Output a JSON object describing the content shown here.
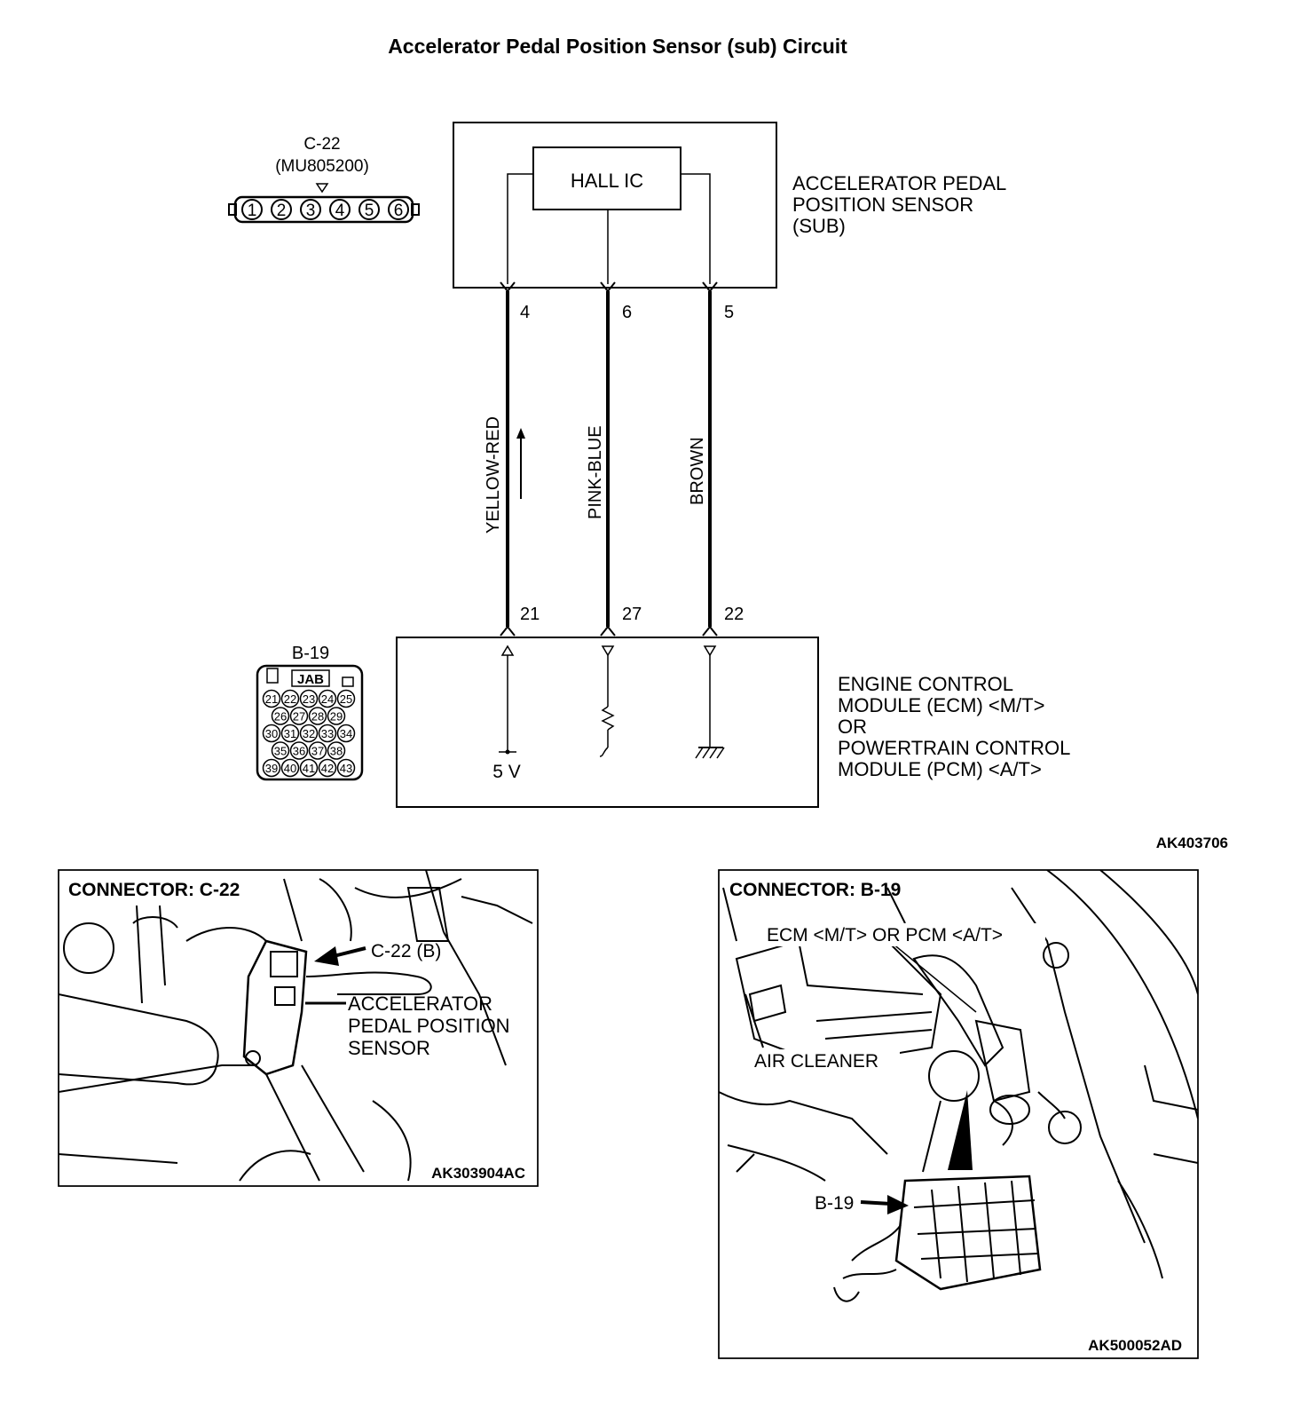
{
  "title": "Accelerator Pedal Position Sensor (sub) Circuit",
  "diagram_id": "AK403706",
  "sensor": {
    "block_label": "HALL IC",
    "name_lines": [
      "ACCELERATOR PEDAL",
      "POSITION SENSOR",
      "(SUB)"
    ]
  },
  "connector_c22": {
    "id": "C-22",
    "part": "(MU805200)",
    "pins": [
      "1",
      "2",
      "3",
      "4",
      "5",
      "6"
    ]
  },
  "connector_b19": {
    "id": "B-19",
    "tag": "JAB",
    "rows": [
      [
        "21",
        "22",
        "23",
        "24",
        "25"
      ],
      [
        "26",
        "27",
        "28",
        "29"
      ],
      [
        "30",
        "31",
        "32",
        "33",
        "34"
      ],
      [
        "35",
        "36",
        "37",
        "38"
      ],
      [
        "39",
        "40",
        "41",
        "42",
        "43"
      ]
    ]
  },
  "wires": [
    {
      "sensor_pin": "4",
      "ecm_pin": "21",
      "color": "YELLOW-RED"
    },
    {
      "sensor_pin": "6",
      "ecm_pin": "27",
      "color": "PINK-BLUE"
    },
    {
      "sensor_pin": "5",
      "ecm_pin": "22",
      "color": "BROWN"
    }
  ],
  "ecm": {
    "supply_label": "5 V",
    "name_lines": [
      "ENGINE CONTROL",
      "MODULE (ECM) <M/T>",
      "OR",
      "POWERTRAIN CONTROL",
      "MODULE (PCM) <A/T>"
    ]
  },
  "panel_c22": {
    "heading": "CONNECTOR: C-22",
    "callout": "C-22 (B)",
    "sensor_lines": [
      "ACCELERATOR",
      "PEDAL POSITION",
      "SENSOR"
    ],
    "image_id": "AK303904AC"
  },
  "panel_b19": {
    "heading": "CONNECTOR: B-19",
    "module_label": "ECM <M/T> OR PCM <A/T>",
    "air_cleaner": "AIR CLEANER",
    "callout": "B-19",
    "image_id": "AK500052AD"
  }
}
